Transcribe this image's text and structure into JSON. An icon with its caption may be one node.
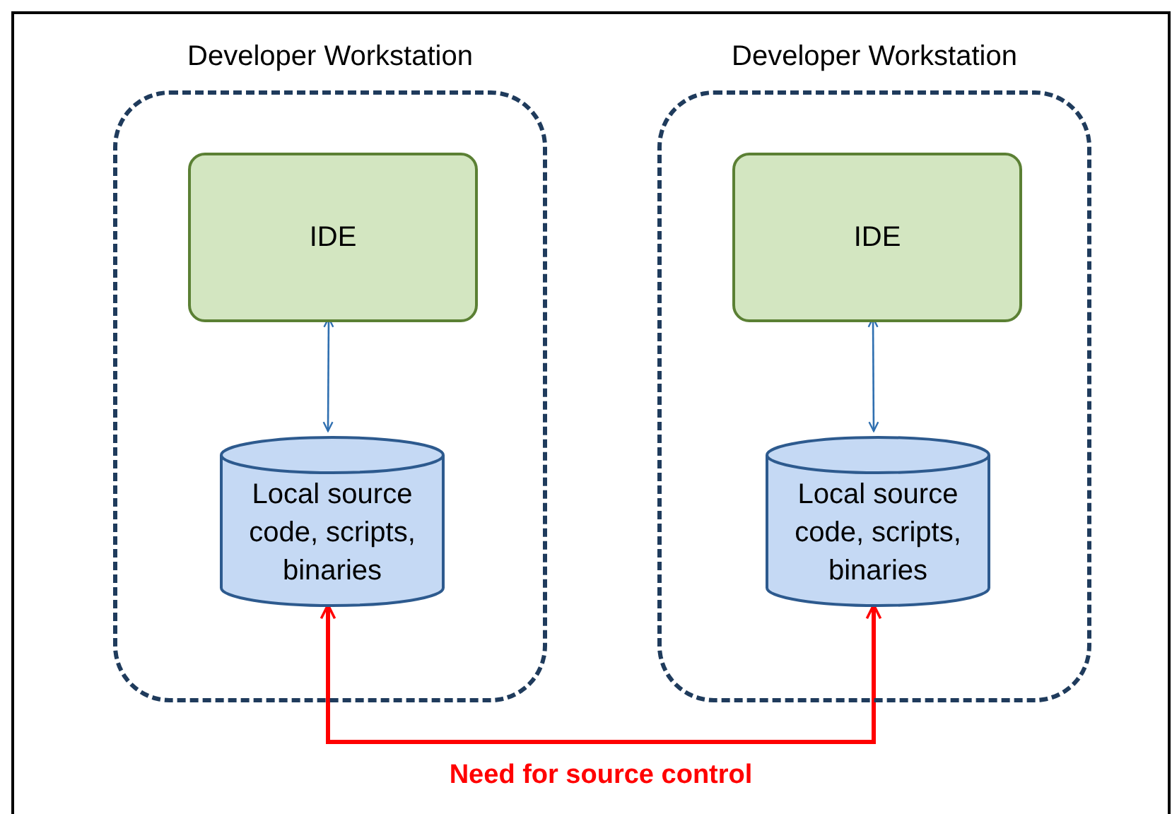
{
  "diagram": {
    "nodes": [
      {
        "text": [
          "Developer Workstation"
        ]
      },
      {
        "text": [
          "IDE"
        ],
        "in": 0
      },
      {
        "text": [
          "Local source code, scripts, binaries"
        ],
        "in": 0
      },
      {
        "text": [
          "Developer Workstation"
        ]
      },
      {
        "text": [
          "IDE"
        ],
        "in": 3
      },
      {
        "text": [
          "Local source code, scripts, binaries"
        ],
        "in": 3
      }
    ],
    "edges": [
      {
        "from": 1,
        "to": 2,
        "arrow": "both"
      },
      {
        "from": 4,
        "to": 5,
        "arrow": "both"
      },
      {
        "from": 2,
        "to": 5,
        "arrow": "both",
        "label": "Need for source control",
        "style": "thick",
        "color": "#ff0000"
      }
    ]
  }
}
